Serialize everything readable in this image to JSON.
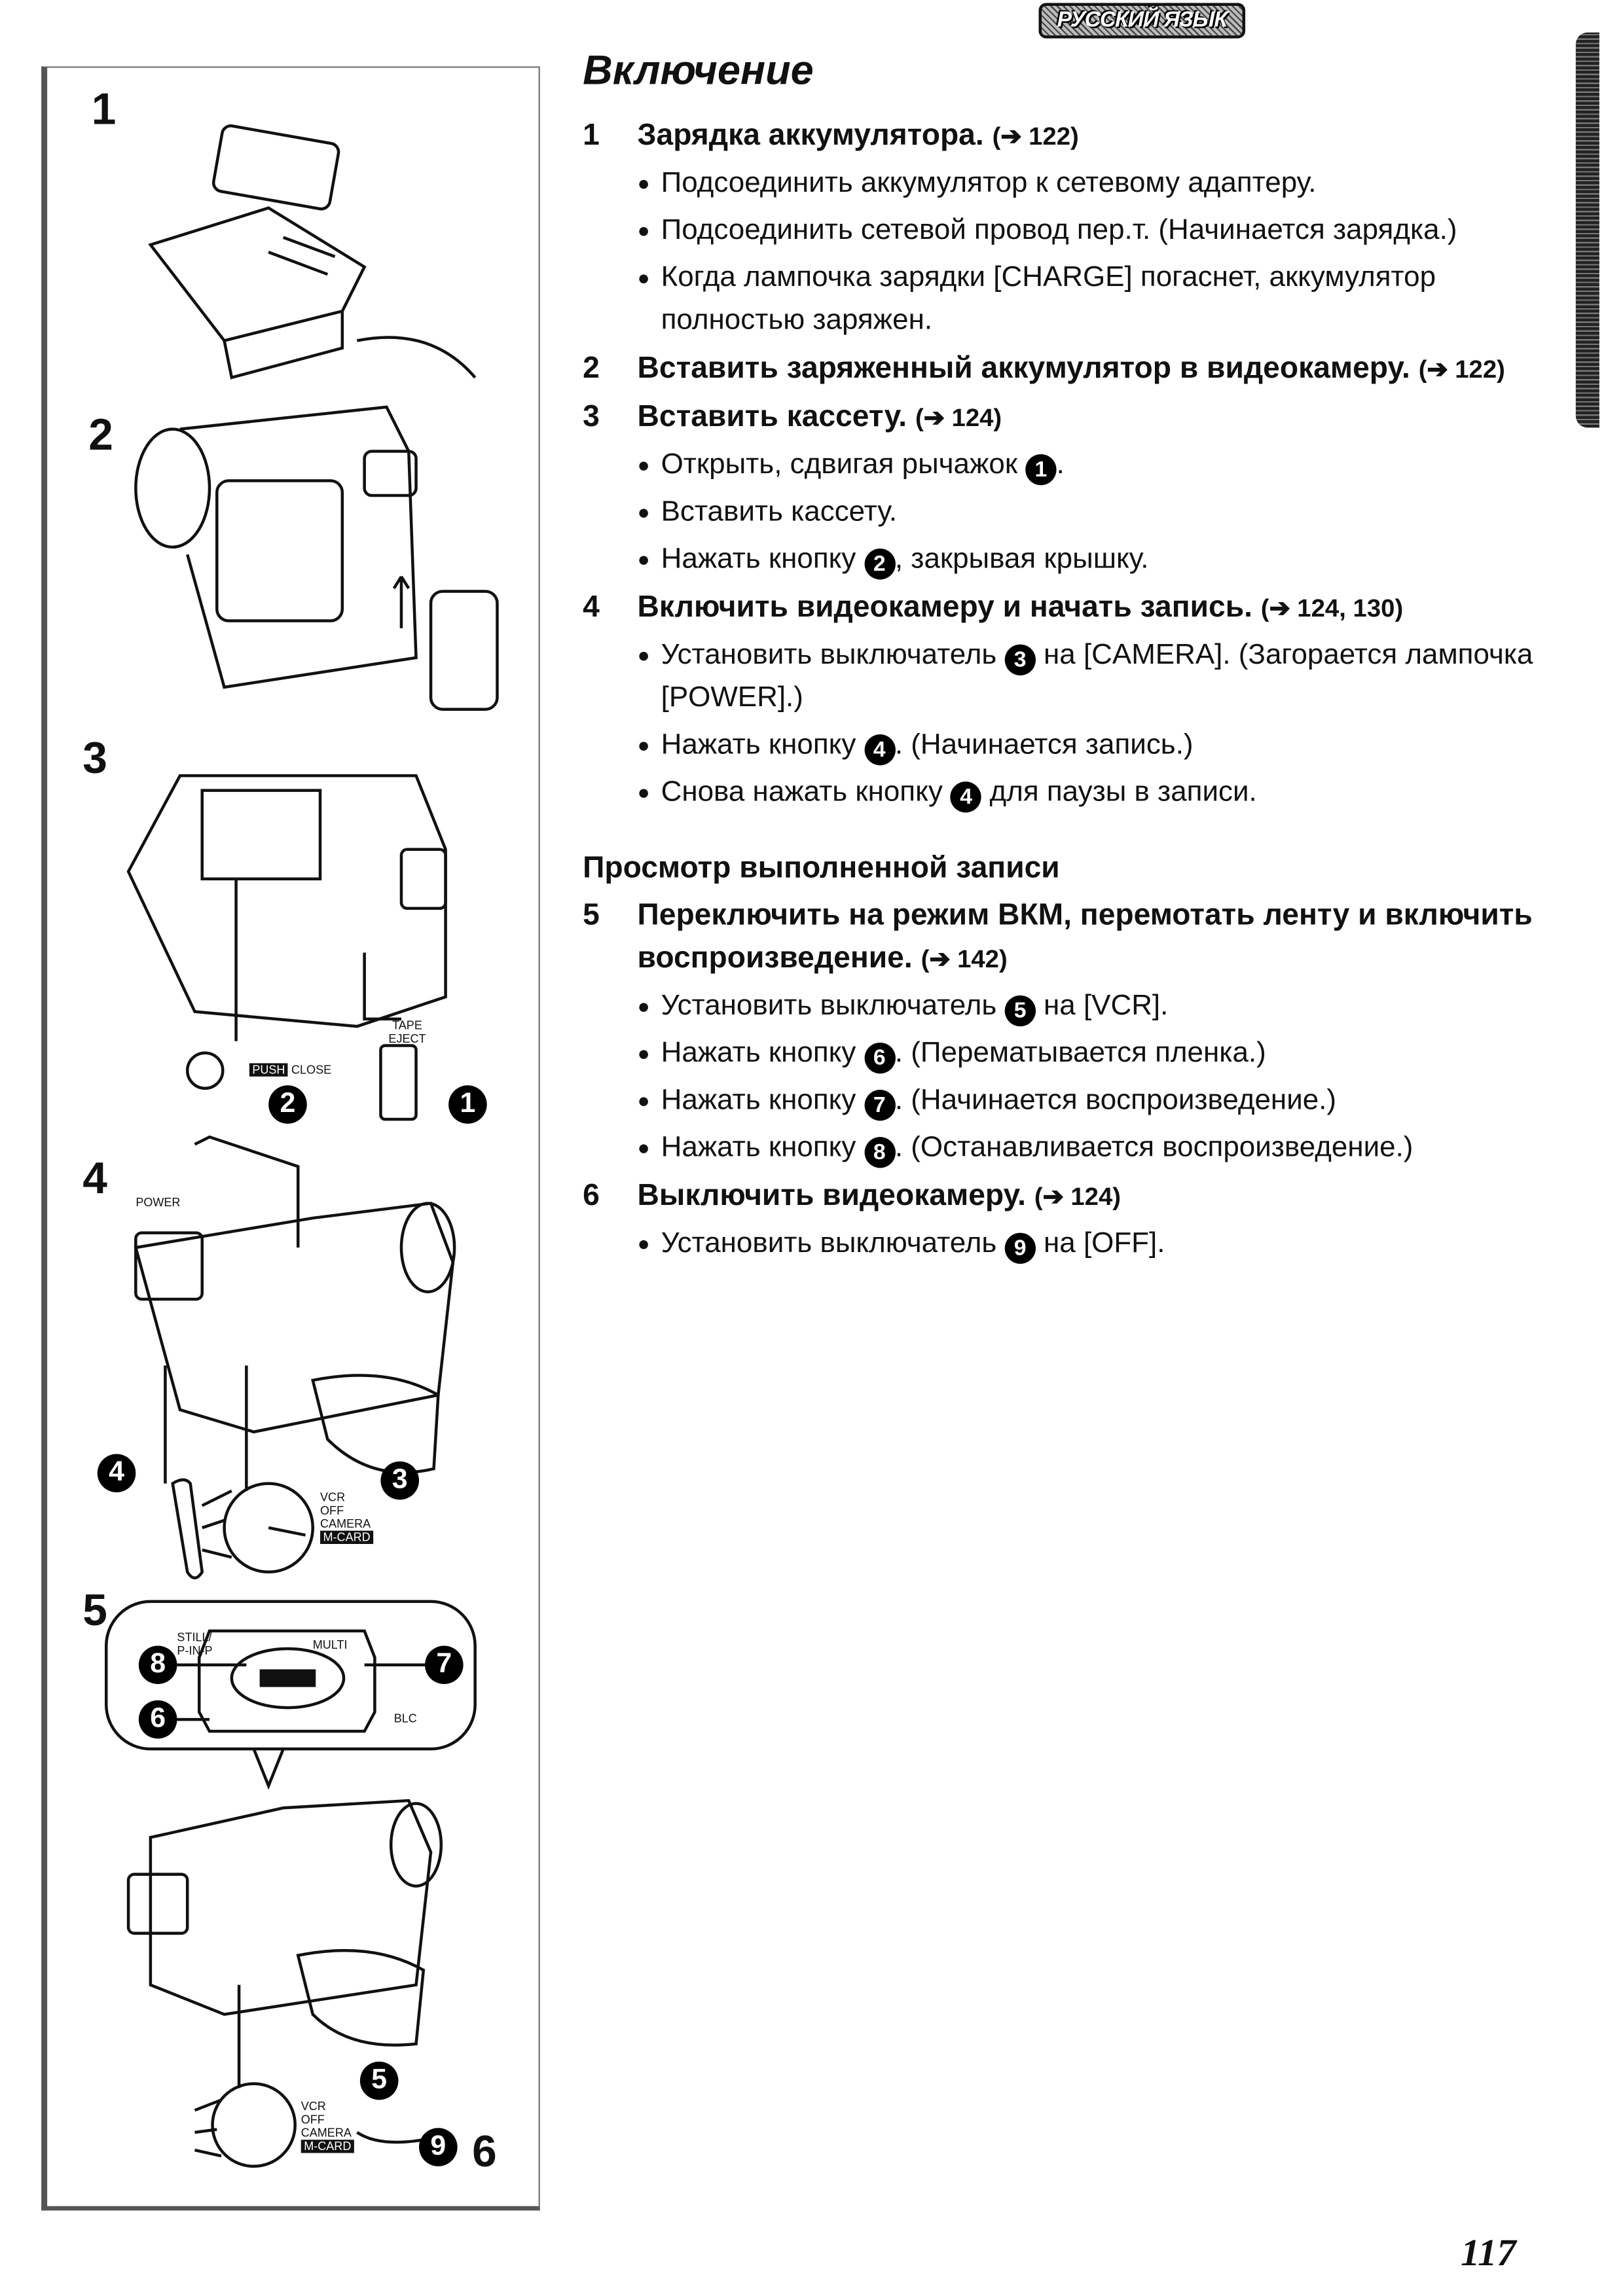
{
  "header": {
    "language_badge": "РУССКИЙ ЯЗЫК",
    "title": "Включение"
  },
  "steps": [
    {
      "num": "1",
      "text": "Зарядка аккумулятора.",
      "ref": "(➔ 122)",
      "bullets": [
        {
          "pre": "Подсоединить аккумулятор к сетевому адаптеру."
        },
        {
          "pre": "Подсоединить сетевой провод пер.т. (Начинается зарядка.)"
        },
        {
          "pre": "Когда лампочка зарядки [CHARGE] погаснет, аккумулятор полностью заряжен."
        }
      ]
    },
    {
      "num": "2",
      "text": "Вставить заряженный аккумулятор в видеокамеру.",
      "ref": "(➔ 122)",
      "bullets": []
    },
    {
      "num": "3",
      "text": "Вставить кассету.",
      "ref": "(➔ 124)",
      "bullets": [
        {
          "pre": "Открыть, сдвигая рычажок ",
          "circ": "1",
          "post": "."
        },
        {
          "pre": "Вставить кассету."
        },
        {
          "pre": "Нажать кнопку ",
          "circ": "2",
          "post": ", закрывая крышку."
        }
      ]
    },
    {
      "num": "4",
      "text": "Включить видеокамеру и начать запись.",
      "ref": "(➔ 124, 130)",
      "bullets": [
        {
          "pre": "Установить выключатель ",
          "circ": "3",
          "post": " на [CAMERA]. (Загорается лампочка [POWER].)"
        },
        {
          "pre": "Нажать кнопку ",
          "circ": "4",
          "post": ". (Начинается запись.)"
        },
        {
          "pre": "Снова нажать кнопку ",
          "circ": "4",
          "post": " для паузы в записи."
        }
      ]
    }
  ],
  "subheading": "Просмотр выполненной записи",
  "steps2": [
    {
      "num": "5",
      "text": "Переключить на режим ВКМ, перемотать ленту и включить воспроизведение.",
      "ref": "(➔ 142)",
      "bullets": [
        {
          "pre": "Установить выключатель ",
          "circ": "5",
          "post": " на [VCR]."
        },
        {
          "pre": "Нажать кнопку ",
          "circ": "6",
          "post": ". (Перематывается пленка.)"
        },
        {
          "pre": "Нажать кнопку ",
          "circ": "7",
          "post": ". (Начинается воспроизведение.)"
        },
        {
          "pre": "Нажать кнопку ",
          "circ": "8",
          "post": ". (Останавливается воспроизведение.)"
        }
      ]
    },
    {
      "num": "6",
      "text": "Выключить видеокамеру.",
      "ref": "(➔ 124)",
      "bullets": [
        {
          "pre": "Установить выключатель ",
          "circ": "9",
          "post": " на [OFF]."
        }
      ]
    }
  ],
  "bullet_symbol": "●",
  "figures": {
    "numbers": [
      "1",
      "2",
      "3",
      "4",
      "5",
      "6"
    ],
    "tape_eject": "TAPE EJECT",
    "push": "PUSH",
    "close": "CLOSE",
    "power": "POWER",
    "vcr": "VCR",
    "off": "OFF",
    "camera": "CAMERA",
    "mcard": "M-CARD",
    "still": "STILL/ P-IN-P",
    "multi": "MULTI",
    "blc": "BLC",
    "markers": [
      "1",
      "2",
      "3",
      "4",
      "5",
      "6",
      "7",
      "8",
      "9"
    ]
  },
  "page_number": "117"
}
